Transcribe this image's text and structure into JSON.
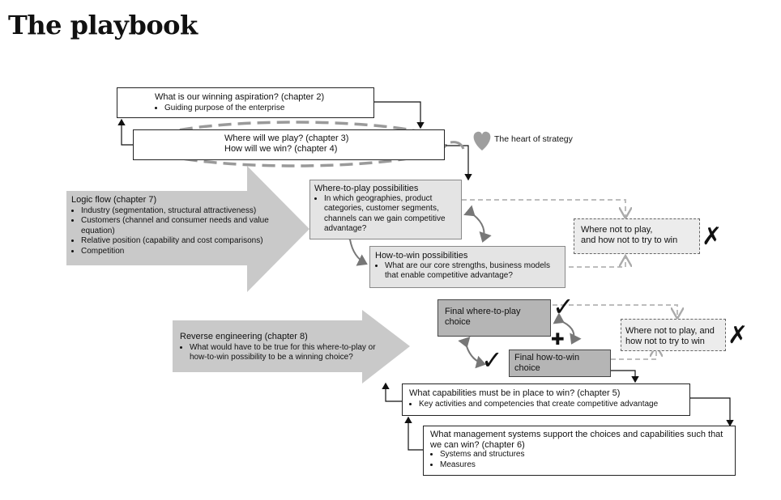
{
  "title": "The playbook",
  "aspiration": {
    "title": "What is our winning aspiration? (chapter 2)",
    "bullets": [
      "Guiding purpose of the enterprise"
    ]
  },
  "play_win": {
    "line1": "Where will we play? (chapter 3)",
    "line2": "How will we win? (chapter 4)"
  },
  "heart": {
    "label": "The heart of strategy",
    "icon": "heart-icon"
  },
  "logic_flow": {
    "title": "Logic flow (chapter 7)",
    "bullets": [
      "Industry (segmentation, structural attractiveness)",
      "Customers (channel and consumer needs and value equation)",
      "Relative position (capability and cost comparisons)",
      "Competition"
    ]
  },
  "wtp_possibilities": {
    "title": "Where-to-play possibilities",
    "bullets": [
      "In which geographies, product categories, customer segments, channels can we gain competitive advantage?"
    ]
  },
  "htw_possibilities": {
    "title": "How-to-win possibilities",
    "bullets": [
      "What are our core strengths, business models that enable competitive advantage?"
    ]
  },
  "not_play_1": {
    "line1": "Where not to play,",
    "line2": "and how not to try to win",
    "mark": "✗"
  },
  "reverse": {
    "title": "Reverse engineering (chapter 8)",
    "bullets": [
      "What would have to be true for this where-to-play or how-to-win possibility to be a winning choice?"
    ]
  },
  "final_wtp": {
    "line1": "Final where-to-play",
    "line2": "choice",
    "mark": "✓"
  },
  "plus": "✚",
  "final_htw": {
    "line1": "Final how-to-win",
    "line2": "choice",
    "mark": "✓"
  },
  "not_play_2": {
    "line1": "Where not to play, and",
    "line2": "how not to try to win",
    "mark": "✗"
  },
  "capabilities": {
    "title": "What capabilities must be in place to win? (chapter 5)",
    "bullets": [
      "Key activities and competencies that create competitive advantage"
    ]
  },
  "management": {
    "title": "What management systems support the choices and capabilities such that we can win? (chapter 6)",
    "bullets": [
      "Systems and structures",
      "Measures"
    ]
  },
  "colors": {
    "arrow_fill": "#c9c9c9",
    "dark_box": "#b5b5b5",
    "light_box": "#e4e4e4",
    "dashed_line": "#bdbdbd"
  }
}
